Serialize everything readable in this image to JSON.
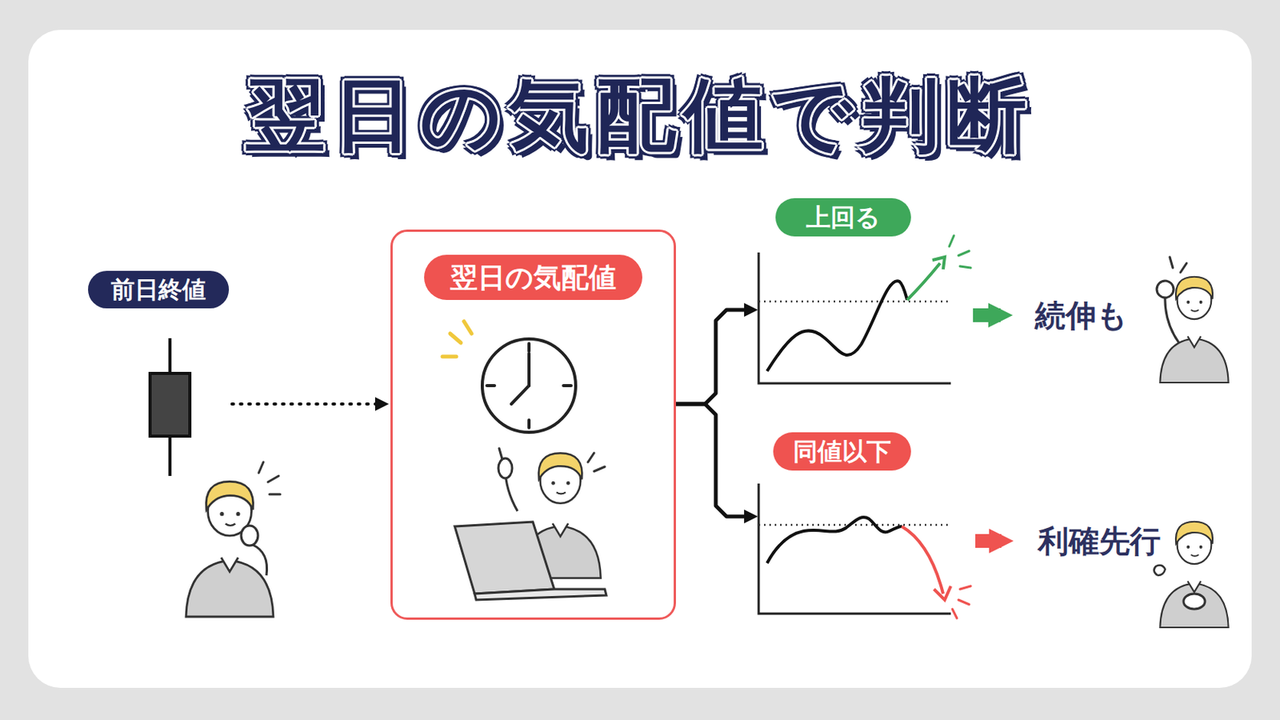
{
  "diagram": {
    "title": "翌日の気配値で判断",
    "nodes": [
      {
        "text": [
          "前日終値"
        ]
      },
      {
        "text": [
          "翌日の気配値"
        ]
      },
      {
        "text": [
          "上回る"
        ]
      },
      {
        "text": [
          "同値以下"
        ]
      },
      {
        "text": [
          "続伸も"
        ]
      },
      {
        "text": [
          "利確先行"
        ]
      }
    ],
    "edges": [
      {
        "from": 0,
        "to": 1,
        "arrow": "to"
      },
      {
        "from": 1,
        "to": 2,
        "arrow": "to"
      },
      {
        "from": 1,
        "to": 3,
        "arrow": "to"
      },
      {
        "from": 2,
        "to": 4,
        "arrow": "to"
      },
      {
        "from": 3,
        "to": 5,
        "arrow": "to"
      }
    ]
  }
}
